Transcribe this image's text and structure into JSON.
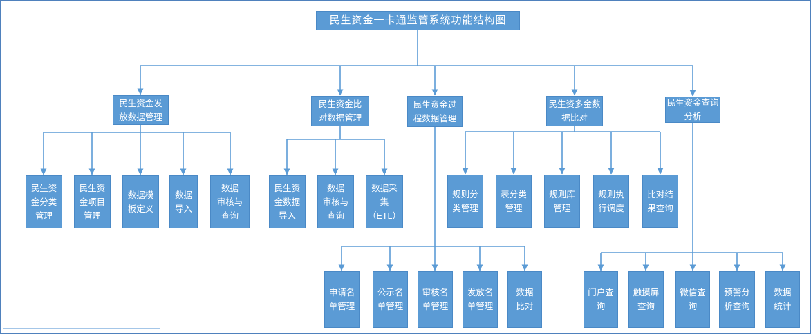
{
  "title": "民生资金一卡通监管系统功能结构图",
  "colors": {
    "box_fill": "#5b9bd5",
    "box_border": "#4a89c6",
    "connector_line": "#5b9bd5",
    "outer_frame": "#4f81bd",
    "text": "#ffffff"
  },
  "tree": {
    "root": "民生资金一卡通监管系统功能结构图",
    "branches": [
      {
        "label": "民生资金发\n放数据管理",
        "children": [
          "民生资\n金分类\n管理",
          "民生资\n金项目\n管理",
          "数据模\n板定义",
          "数据\n导入",
          "数据\n审核与\n查询"
        ]
      },
      {
        "label": "民生资金比\n对数据管理",
        "children": [
          "民生资\n金数据\n导入",
          "数据\n审核与\n查询",
          "数据采\n集\n（ETL）"
        ]
      },
      {
        "label": "民生资金过\n程数据管理",
        "children": [
          "申请名\n单管理",
          "公示名\n单管理",
          "审核名\n单管理",
          "发放名\n单管理",
          "数据\n比对"
        ]
      },
      {
        "label": "民生资多金数\n据比对",
        "children": [
          "规则分\n类管理",
          "表分类\n管理",
          "规则库\n管理",
          "规则执\n行调度",
          "比对结\n果查询"
        ]
      },
      {
        "label": "民生资金查询\n分析",
        "children": [
          "门户查\n询",
          "触摸屏\n查询",
          "微信查\n询",
          "预警分\n析查询",
          "数据\n统计"
        ]
      }
    ]
  }
}
